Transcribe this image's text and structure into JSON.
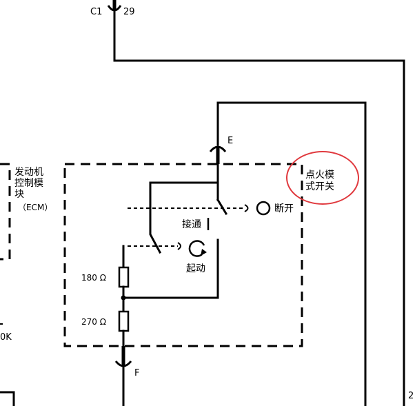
{
  "connector_top": {
    "name": "C1",
    "pin": "29"
  },
  "pin_e": "E",
  "pin_f": "F",
  "ecm_label": {
    "line1": "发动机",
    "line2": "控制模",
    "line3": "块",
    "line4": "（ECM）"
  },
  "switch_label": {
    "line1": "点火模",
    "line2": "式开关"
  },
  "positions": {
    "on": "接通",
    "start": "起动",
    "off": "断开"
  },
  "resistors": [
    {
      "label": "180 Ω"
    },
    {
      "label": "270 Ω"
    }
  ],
  "edge_left_fragment": "0K",
  "edge_right_fragment": "2",
  "highlight_color": "#e0393e"
}
